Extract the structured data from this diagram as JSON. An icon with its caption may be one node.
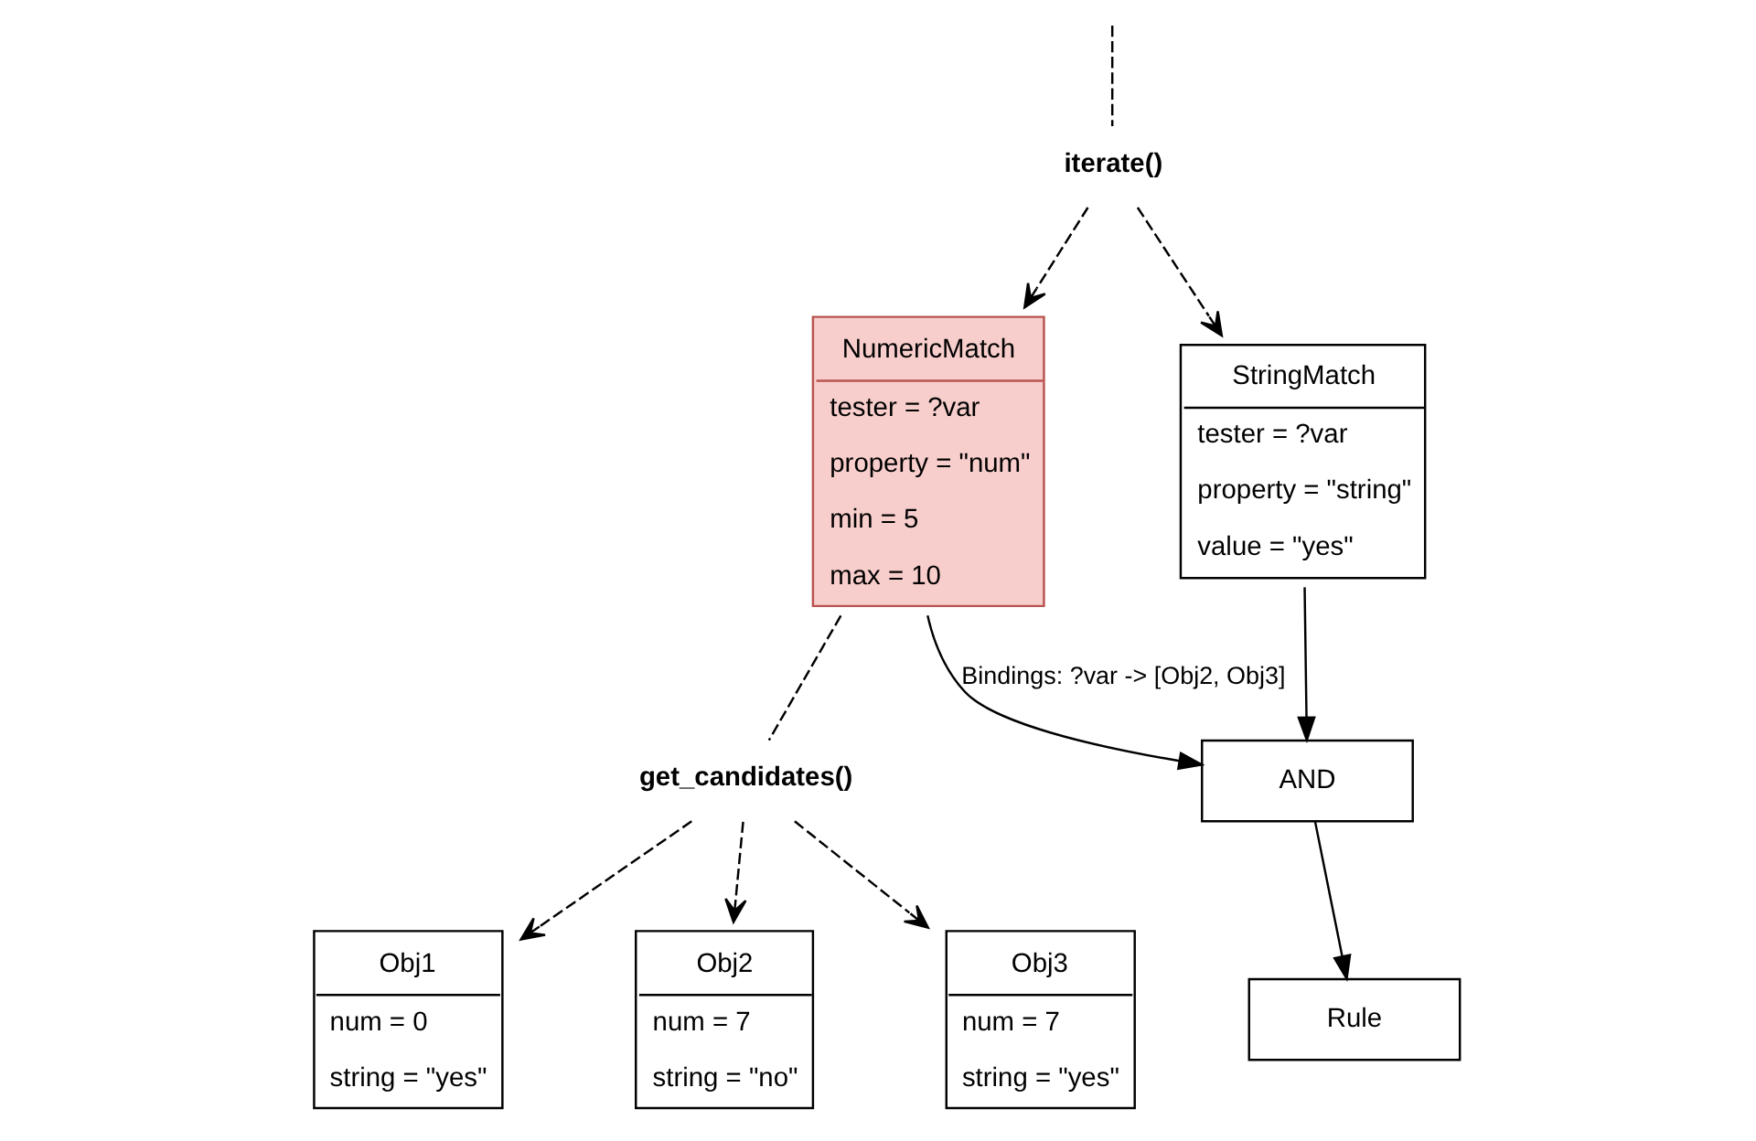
{
  "diagram": {
    "nodes": [
      {
        "text": [
          "iterate()"
        ]
      },
      {
        "text": [
          "NumericMatch",
          "tester = ?var",
          "property = \"num\"",
          "min = 5",
          "max = 10"
        ]
      },
      {
        "text": [
          "StringMatch",
          "tester = ?var",
          "property = \"string\"",
          "value = \"yes\""
        ]
      },
      {
        "text": [
          "get_candidates()"
        ]
      },
      {
        "text": [
          "Obj1",
          "num = 0",
          "string = \"yes\""
        ]
      },
      {
        "text": [
          "Obj2",
          "num = 7",
          "string = \"no\""
        ]
      },
      {
        "text": [
          "Obj3",
          "num = 7",
          "string = \"yes\""
        ]
      },
      {
        "text": [
          "AND"
        ]
      },
      {
        "text": [
          "Rule"
        ]
      }
    ],
    "edges": [
      {
        "from": null,
        "to": 0,
        "arrow": "none",
        "style": "dashed"
      },
      {
        "from": 0,
        "to": 1,
        "arrow": "to",
        "style": "dashed"
      },
      {
        "from": 0,
        "to": 2,
        "arrow": "to",
        "style": "dashed"
      },
      {
        "from": 1,
        "to": 3,
        "arrow": "none",
        "style": "dashed"
      },
      {
        "from": 3,
        "to": 4,
        "arrow": "to",
        "style": "dashed"
      },
      {
        "from": 3,
        "to": 5,
        "arrow": "to",
        "style": "dashed"
      },
      {
        "from": 3,
        "to": 6,
        "arrow": "to",
        "style": "dashed"
      },
      {
        "from": 1,
        "to": 7,
        "arrow": "to",
        "label": "Bindings: ?var -> [Obj2, Obj3]"
      },
      {
        "from": 2,
        "to": 7,
        "arrow": "to"
      },
      {
        "from": 7,
        "to": 8,
        "arrow": "to"
      }
    ]
  }
}
